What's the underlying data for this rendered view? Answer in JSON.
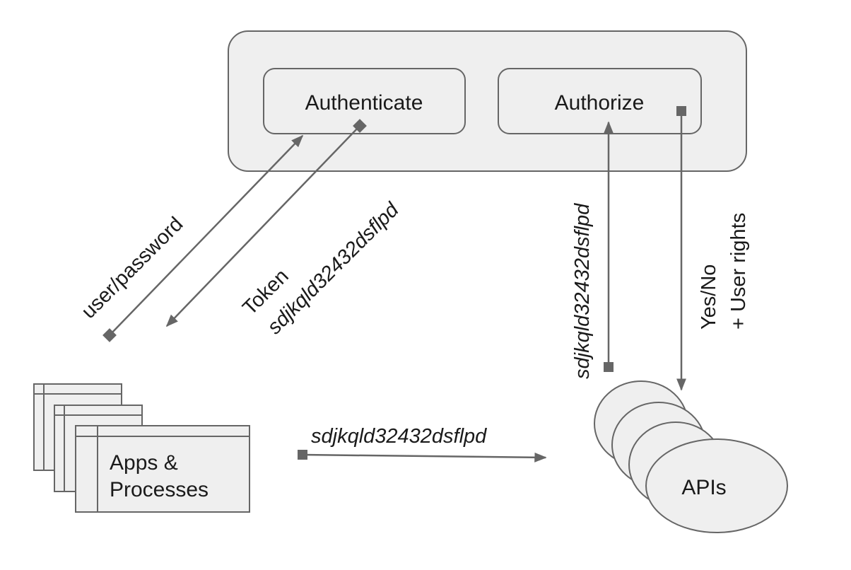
{
  "nodes": {
    "authenticate": "Authenticate",
    "authorize": "Authorize",
    "apps_line1": "Apps &",
    "apps_line2": "Processes",
    "apis": "APIs"
  },
  "edges": {
    "user_password": "user/password",
    "token_line1": "Token",
    "token_line2": "sdjkqld32432dsflpd",
    "authorize_request": "sdjkqld32432dsflpd",
    "authorize_response_line1": "Yes/No",
    "authorize_response_line2": "+ User rights",
    "api_call": "sdjkqld32432dsflpd"
  },
  "colors": {
    "stroke": "#666666",
    "fill": "#efefef",
    "text": "#1a1a1a"
  }
}
